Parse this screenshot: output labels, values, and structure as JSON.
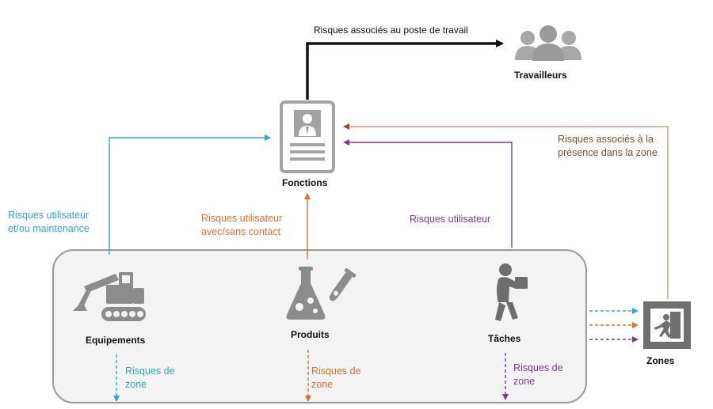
{
  "colors": {
    "blue": "#2aa9d6",
    "orange": "#e0702c",
    "purple": "#7a3b99",
    "brown": "#8b4a28",
    "icon_gray": "#8c8c8c",
    "box_fill": "#f3f3f3",
    "box_stroke": "#9a9a9a"
  },
  "nodes": {
    "travailleurs": "Travailleurs",
    "fonctions": "Fonctions",
    "equipements": "Equipements",
    "produits": "Produits",
    "taches": "Tâches",
    "zones": "Zones"
  },
  "edges": {
    "poste": "Risques associés au poste de travail",
    "equip_line1": "Risques utilisateur",
    "equip_line2": "et/ou maintenance",
    "prod_line1": "Risques utilisateur",
    "prod_line2": "avec/sans contact",
    "taches": "Risques utilisateur",
    "zone_line1": "Risques associés à la",
    "zone_line2": "présence dans la zone"
  },
  "zone_risks": {
    "line1": "Risques de",
    "line2": "zone"
  },
  "icons": [
    "workers-icon",
    "id-card-icon",
    "excavator-icon",
    "lab-flask-icon",
    "worker-carrying-box-icon",
    "emergency-exit-icon"
  ]
}
